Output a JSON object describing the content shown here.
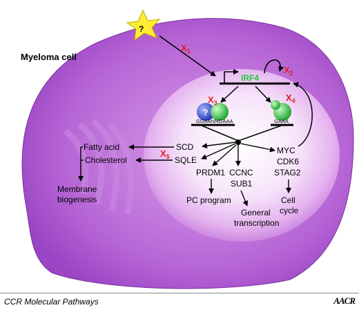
{
  "cell_label": "Myeloma cell",
  "question_mark": "?",
  "irf4": "IRF4",
  "motifs": {
    "left": "GGAANNGAAA",
    "right": "GAAA"
  },
  "x_labels": {
    "x": "X",
    "s1": "1",
    "s2": "2",
    "s3": "3",
    "s4": "4",
    "s5": "5"
  },
  "targets": {
    "scd": "SCD",
    "sqle": "SQLE",
    "fatty_acid": "Fatty acid",
    "cholesterol": "Cholesterol",
    "membrane_1": "Membrane",
    "membrane_2": "biogenesis",
    "prdm1": "PRDM1",
    "pc_program": "PC program",
    "ccnc": "CCNC",
    "sub1": "SUB1",
    "general_1": "General",
    "general_2": "transcription",
    "myc": "MYC",
    "cdk6": "CDK6",
    "stag2": "STAG2",
    "cell_1": "Cell",
    "cell_2": "cycle"
  },
  "footer": {
    "title": "CCR Molecular Pathways",
    "logo": "AACR"
  },
  "colors": {
    "cell_dark": "#a24bc9",
    "cell_light": "#e8b7f2",
    "irf4_green": "#22c83a",
    "x_red": "#e02020",
    "star_yellow": "#ffee33"
  }
}
